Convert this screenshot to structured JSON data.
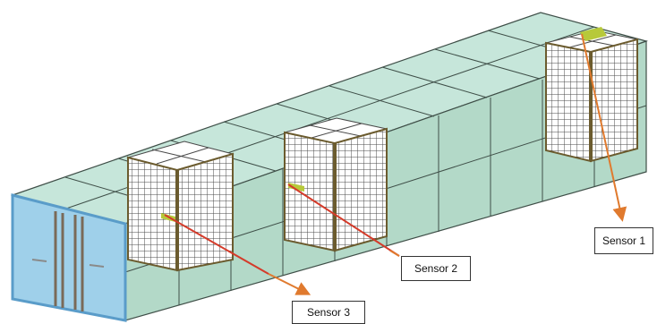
{
  "labels": {
    "sensor_1": "Sensor 1",
    "sensor_2": "Sensor 2",
    "sensor_3": "Sensor 3"
  },
  "colors": {
    "container_panel": "#b9ddd0",
    "container_edge": "#3f4f48",
    "door": "#8fc7e6",
    "door_frame": "#5a9cc9",
    "pallet_grid": "#4a4a4a",
    "pallet_post": "#6b5b2e",
    "sensor_arrow": "#e07a2e",
    "sensor_line": "#d43b2a",
    "sensor_pad": "#b7c93a"
  },
  "icons": [
    "pallet-stack",
    "sensor-marker",
    "container-door"
  ]
}
